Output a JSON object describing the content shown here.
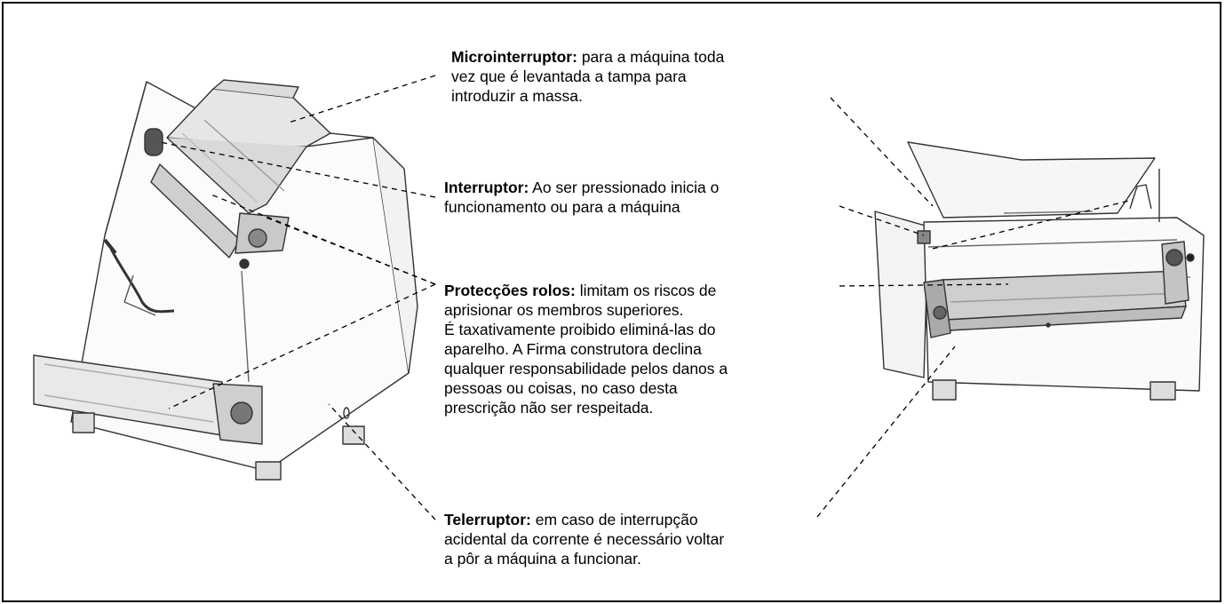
{
  "callouts": {
    "microinterruptor": {
      "title": "Microinterruptor:",
      "lines": [
        " para a máquina toda",
        "vez que é levantada a tampa para",
        "introduzir a massa."
      ]
    },
    "interruptor": {
      "title": "Interruptor:",
      "lines": [
        " Ao ser pressionado inicia o",
        "funcionamento ou para a máquina"
      ]
    },
    "proteccoes": {
      "title": "Protecções rolos:",
      "lines": [
        " limitam os riscos de",
        "aprisionar os membros superiores.",
        "É taxativamente proibido eliminá-las do",
        "aparelho. A Firma construtora declina",
        "qualquer responsabilidade pelos danos a",
        "pessoas ou coisas, no caso desta",
        "prescrição não ser respeitada."
      ]
    },
    "telerruptor": {
      "title": "Telerruptor:",
      "lines": [
        " em caso de interrupção",
        "acidental da corrente é necessário voltar",
        "a pôr a máquina a funcionar."
      ]
    }
  },
  "images": {
    "left_machine": "vertical-dough-sheeter-machine",
    "right_machine": "horizontal-dough-sheeter-machine"
  }
}
